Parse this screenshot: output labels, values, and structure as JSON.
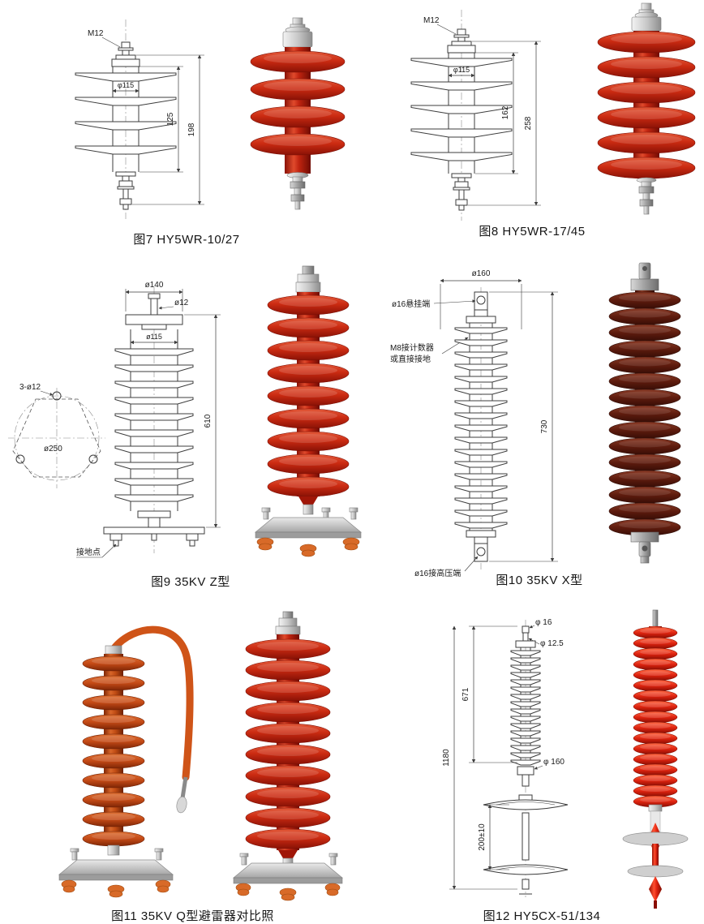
{
  "figures": {
    "fig7": {
      "caption": "图7 HY5WR-10/27",
      "labels": {
        "m12": "M12",
        "phi115": "φ115",
        "d125": "125",
        "d198": "198"
      }
    },
    "fig8": {
      "caption": "图8 HY5WR-17/45",
      "labels": {
        "m12": "M12",
        "phi115": "φ115",
        "d162": "162",
        "d258": "258"
      }
    },
    "fig9": {
      "caption": "图9 35KV Z型",
      "labels": {
        "phi140": "ø140",
        "phi12": "ø12",
        "phi115": "ø115",
        "d610": "610",
        "holes": "3-ø12",
        "phi250": "ø250",
        "ground": "接地点"
      }
    },
    "fig10": {
      "caption": "图10 35KV X型",
      "labels": {
        "phi160": "ø160",
        "hang": "ø16悬挂端",
        "counter1": "M8接计数器",
        "counter2": "或直接接地",
        "d730": "730",
        "hv": "ø16接高压端"
      }
    },
    "fig11": {
      "caption": "图11 35KV Q型避雷器对比照"
    },
    "fig12": {
      "caption": "图12 HY5CX-51/134",
      "labels": {
        "phi16": "φ 16",
        "phi125": "φ 12.5",
        "d671": "671",
        "d1180": "1180",
        "phi160": "φ 160",
        "d200": "200±10"
      }
    }
  }
}
